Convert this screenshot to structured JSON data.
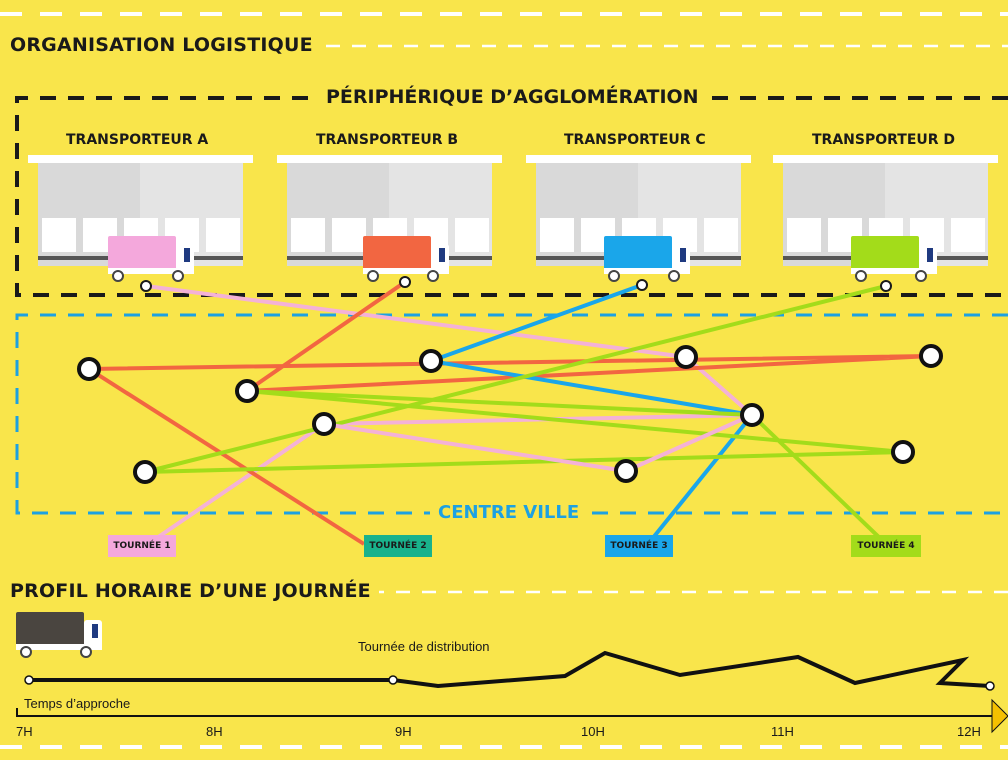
{
  "title": "ORGANISATION LOGISTIQUE",
  "periph_label": "PÉRIPHÉRIQUE D’AGGLOMÉRATION",
  "centre_label": "CENTRE VILLE",
  "carriers": [
    {
      "name": "TRANSPORTEUR A",
      "truck_color": "#f4a8dc"
    },
    {
      "name": "TRANSPORTEUR B",
      "truck_color": "#f26641"
    },
    {
      "name": "TRANSPORTEUR C",
      "truck_color": "#1aa6ea"
    },
    {
      "name": "TRANSPORTEUR D",
      "truck_color": "#a3dc1a"
    }
  ],
  "routes": [
    {
      "label": "TOURNÉE 1",
      "line_color": "#f4b2d6",
      "chip_color": "#f4a8dc"
    },
    {
      "label": "TOURNÉE 2",
      "line_color": "#f26641",
      "chip_color": "#19b28c"
    },
    {
      "label": "TOURNÉE 3",
      "line_color": "#1aa6ea",
      "chip_color": "#1aa6ea"
    },
    {
      "label": "TOURNÉE 4",
      "line_color": "#a3dc1a",
      "chip_color": "#a3dc1a"
    }
  ],
  "profile": {
    "title": "PROFIL HORAIRE D’UNE JOURNÉE",
    "distribution_label": "Tournée de distribution",
    "approach_label": "Temps d’approche",
    "ticks": [
      "7H",
      "8H",
      "9H",
      "10H",
      "11H",
      "12H"
    ],
    "truck_color": "#4a4540"
  }
}
